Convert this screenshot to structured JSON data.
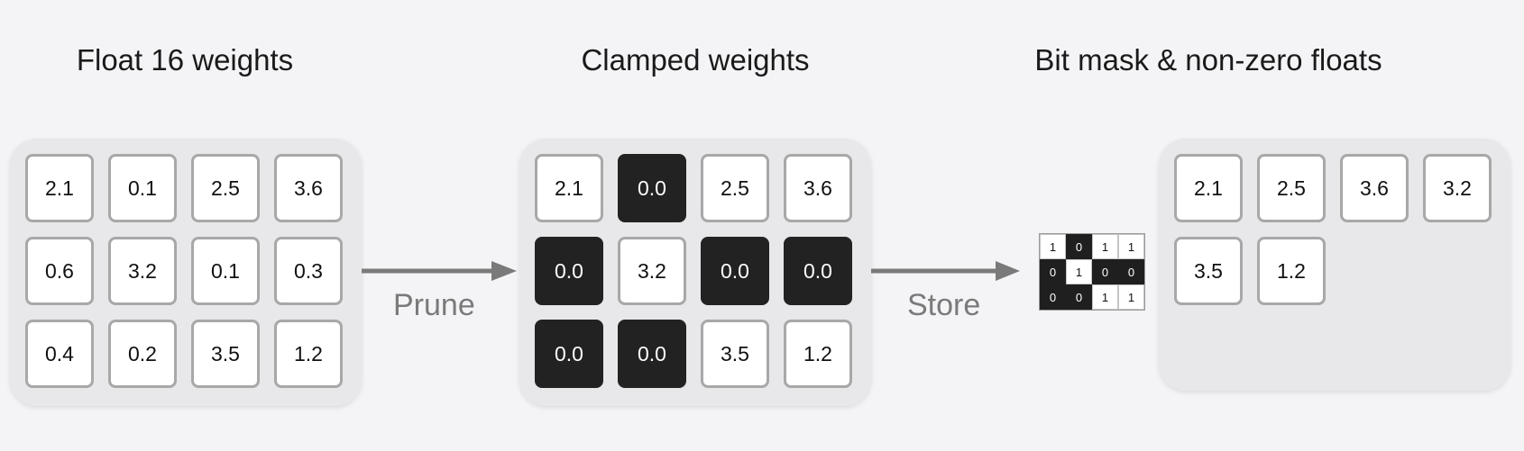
{
  "titles": {
    "float16": "Float 16 weights",
    "clamped": "Clamped weights",
    "bitmask": "Bit mask & non-zero floats"
  },
  "arrows": {
    "prune": "Prune",
    "store": "Store"
  },
  "float16_weights": [
    "2.1",
    "0.1",
    "2.5",
    "3.6",
    "0.6",
    "3.2",
    "0.1",
    "0.3",
    "0.4",
    "0.2",
    "3.5",
    "1.2"
  ],
  "clamped_weights": [
    "2.1",
    "0.0",
    "2.5",
    "3.6",
    "0.0",
    "3.2",
    "0.0",
    "0.0",
    "0.0",
    "0.0",
    "3.5",
    "1.2"
  ],
  "bit_mask": [
    "1",
    "0",
    "1",
    "1",
    "0",
    "1",
    "0",
    "0",
    "0",
    "0",
    "1",
    "1"
  ],
  "nonzero_floats": [
    "2.1",
    "2.5",
    "3.6",
    "3.2",
    "3.5",
    "1.2"
  ],
  "colors": {
    "zero_cell": "#222222",
    "arrow": "#7a7a7a",
    "panel": "#e8e8ea"
  }
}
